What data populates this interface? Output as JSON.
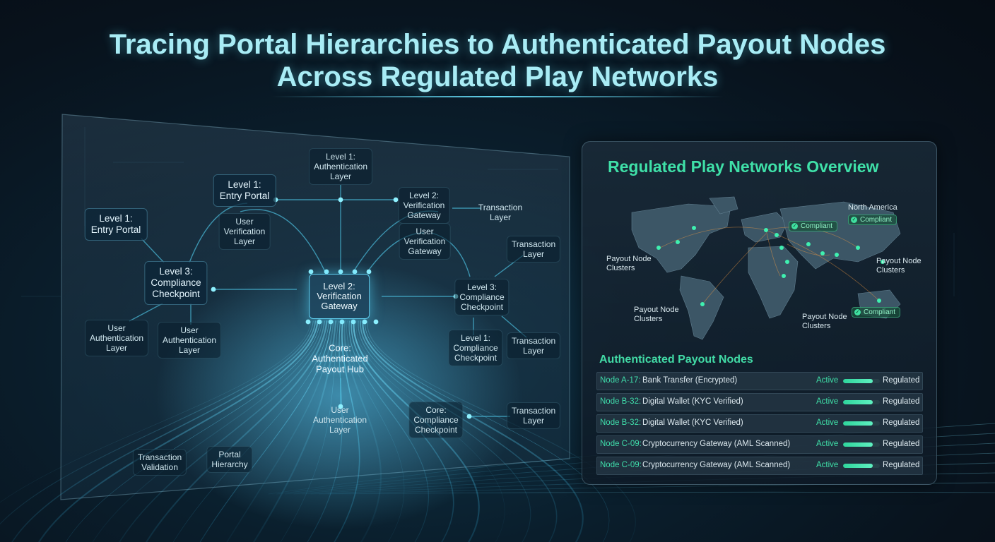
{
  "title": {
    "line1": "Tracing Portal Hierarchies to Authenticated Payout Nodes",
    "line2": "Across Regulated Play Networks"
  },
  "diagram": {
    "nodes": {
      "auth_top": "Level 1:\nAuthentication\nLayer",
      "entry_portal_top": "Level 1:\nEntry Portal",
      "entry_portal_left": "Level 1:\nEntry Portal",
      "user_verif_left": "User\nVerification\nLayer",
      "verif_gateway_right": "Level 2:\nVerification\nGateway",
      "user_verif_right": "User\nVerification\nGateway",
      "transaction_top_right": "Transaction\nLayer",
      "transaction_right_2": "Transaction\nLayer",
      "compliance_left": "Level 3:\nCompliance\nCheckpoint",
      "verif_gateway_hub": "Level 2:\nVerification\nGateway",
      "compliance_right": "Level 3:\nCompliance\nCheckpoint",
      "user_auth_left": "User\nAuthentication\nLayer",
      "user_auth_left2": "User\nAuthentication\nLayer",
      "core_hub": "Core:\nAuthenticated\nPayout Hub",
      "compliance_checkpoint_l1": "Level 1:\nCompliance\nCheckpoint",
      "transaction_right_3": "Transaction\nLayer",
      "user_auth_bottom": "User\nAuthentication\nLayer",
      "core_compliance": "Core:\nCompliance\nCheckpoint",
      "transaction_bottom_right": "Transaction\nLayer",
      "transaction_validation": "Transaction\nValidation",
      "portal_hierarchy": "Portal\nHierarchy"
    }
  },
  "overview": {
    "title": "Regulated Play Networks Overview",
    "map_labels": {
      "north_america": "North America",
      "payout_left": "Payout Node\nClusters",
      "payout_right": "Payout Node\nClusters",
      "payout_south": "Payout Node\nClusters",
      "payout_africa": "Payout Node\nClusters"
    },
    "badges": {
      "b1": "Compliant",
      "b2": "Compliant",
      "b3": "Compliant"
    },
    "nodes_title": "Authenticated Payout Nodes",
    "rows": [
      {
        "id": "Node A-17:",
        "desc": "Bank Transfer (Encrypted)",
        "status": "Active",
        "level": 0.8,
        "reg": "Regulated"
      },
      {
        "id": "Node B-32:",
        "desc": "Digital Wallet (KYC Verified)",
        "status": "Active",
        "level": 0.8,
        "reg": "Regulated"
      },
      {
        "id": "Node B-32:",
        "desc": "Digital Wallet (KYC Verified)",
        "status": "Active",
        "level": 0.8,
        "reg": "Regulated"
      },
      {
        "id": "Node C-09:",
        "desc": "Cryptocurrency Gateway (AML Scanned)",
        "status": "Active",
        "level": 0.8,
        "reg": "Regulated"
      },
      {
        "id": "Node C-09:",
        "desc": "Cryptocurrency Gateway (AML Scanned)",
        "status": "Active",
        "level": 0.8,
        "reg": "Regulated"
      }
    ],
    "colors": {
      "accent": "#3fe0a8",
      "glow": "#5fcff0"
    }
  }
}
